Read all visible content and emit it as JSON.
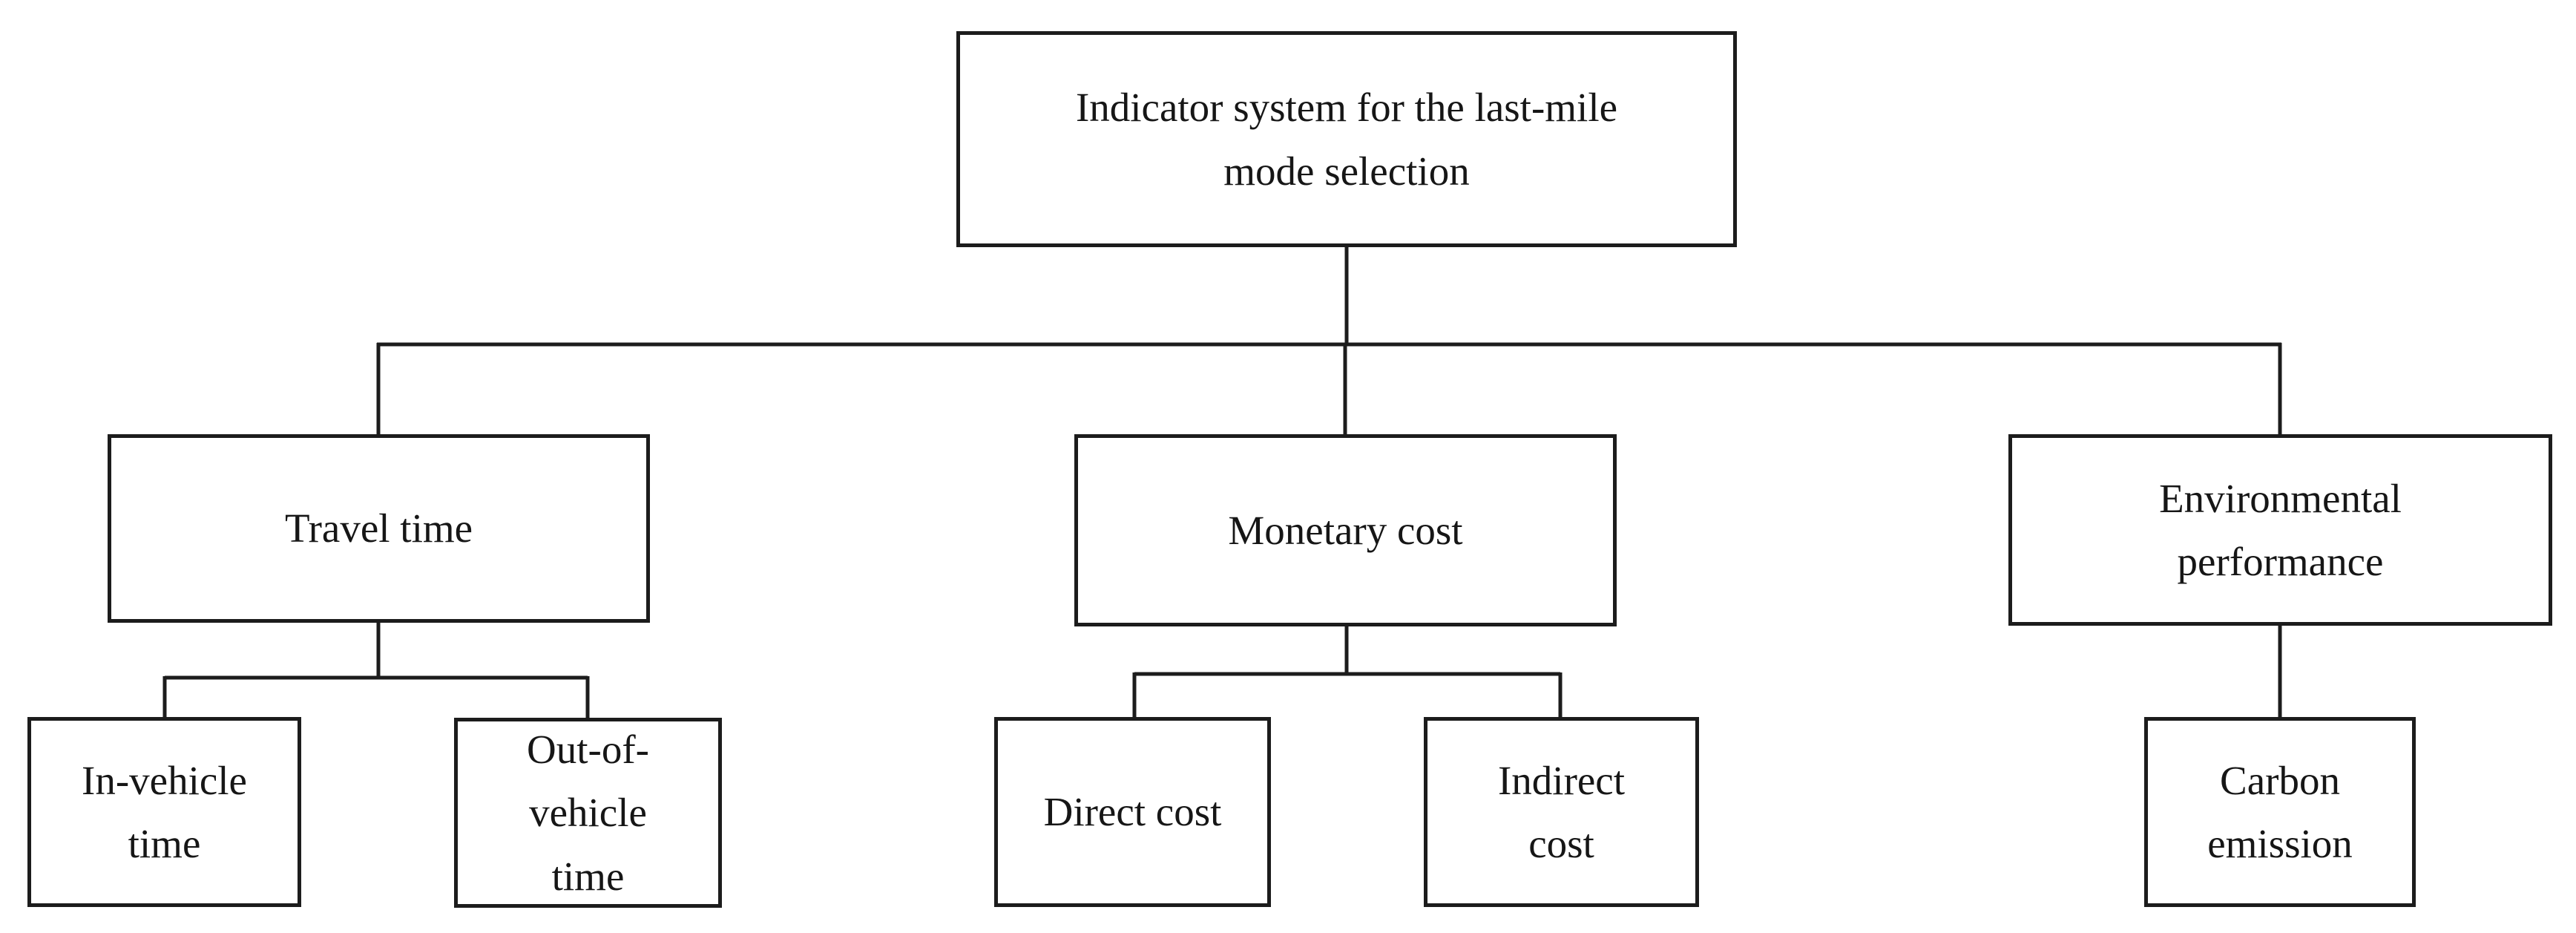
{
  "colors": {
    "ink": "#1c1c1c",
    "background": "#ffffff"
  },
  "nodes": {
    "root": {
      "label": "Indicator system for the last-mile\nmode selection"
    },
    "travel_time": {
      "label": "Travel time"
    },
    "monetary_cost": {
      "label": "Monetary cost"
    },
    "environmental_performance": {
      "label": "Environmental\nperformance"
    },
    "in_vehicle_time": {
      "label": "In-vehicle\ntime"
    },
    "out_of_vehicle_time": {
      "label": "Out-of-\nvehicle\ntime"
    },
    "direct_cost": {
      "label": "Direct cost"
    },
    "indirect_cost": {
      "label": "Indirect\ncost"
    },
    "carbon_emission": {
      "label": "Carbon\nemission"
    }
  },
  "edges": [
    {
      "from": "root",
      "to": "travel_time"
    },
    {
      "from": "root",
      "to": "monetary_cost"
    },
    {
      "from": "root",
      "to": "environmental_performance"
    },
    {
      "from": "travel_time",
      "to": "in_vehicle_time"
    },
    {
      "from": "travel_time",
      "to": "out_of_vehicle_time"
    },
    {
      "from": "monetary_cost",
      "to": "direct_cost"
    },
    {
      "from": "monetary_cost",
      "to": "indirect_cost"
    },
    {
      "from": "environmental_performance",
      "to": "carbon_emission"
    }
  ]
}
